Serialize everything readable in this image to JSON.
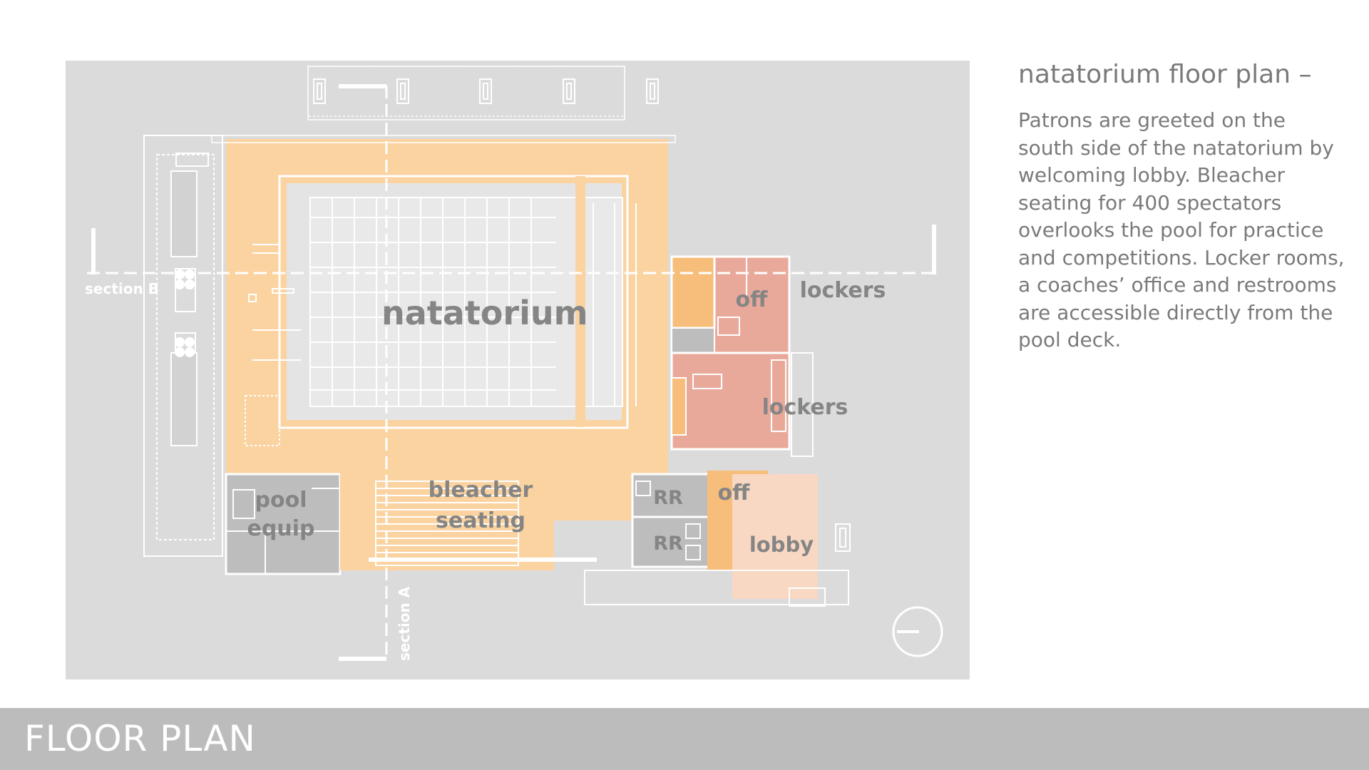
{
  "side_panel": {
    "title": "natatorium floor plan –",
    "body": "Patrons are greeted on the south side of the natatorium by welcoming lobby. Bleacher seating for 400 spectators overlooks the pool for practice and competitions. Locker rooms, a coaches’ office and restrooms are accessible directly from the pool deck."
  },
  "footer": {
    "title": "FLOOR PLAN"
  },
  "plan": {
    "labels": {
      "natatorium": "natatorium",
      "off_north": "off",
      "lockers_north": "lockers",
      "lockers_south": "lockers",
      "pool": "pool",
      "equip": "equip",
      "bleacher": "bleacher",
      "seating": "seating",
      "rr_1": "RR",
      "rr_2": "RR",
      "off_south": "off",
      "lobby": "lobby",
      "section_a": "section A",
      "section_b": "section B"
    },
    "colors": {
      "background": "#dcdbdc",
      "deck_orange": "#fbd3a1",
      "office_orange": "#f7bd7a",
      "locker_red": "#e9a99a",
      "lobby_peach": "#f8d8c2",
      "pool_light": "#e3e3e3",
      "support_grey": "#b8b8b8",
      "label_grey": "#858585",
      "line_white": "#ffffff"
    },
    "north_arrow_icon": "north-arrow-icon"
  }
}
